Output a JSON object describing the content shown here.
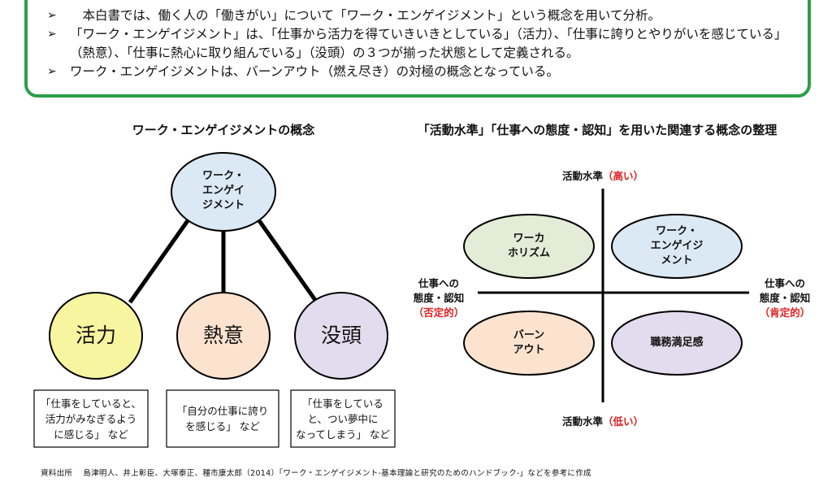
{
  "summary": {
    "bullet_marker": "➢",
    "bullets": [
      "　本白書では、働く人の「働きがい」について「ワーク・エンゲイジメント」という概念を用いて分析。",
      "「ワーク・エンゲイジメント」は、「仕事から活力を得ていきいきとしている」（活力）、「仕事に誇りとやりがいを感じている」（熱意）、「仕事に熱心に取り組んでいる」（没頭）の３つが揃った状態として定義される。",
      "ワーク・エンゲイジメントは、バーンアウト（燃え尽き）の対極の概念となっている。"
    ]
  },
  "left_diagram": {
    "title": "ワーク・エンゲイジメントの概念",
    "center_node": [
      "ワーク・",
      "エンゲイ",
      "ジメント"
    ],
    "components": [
      {
        "label": "活力",
        "description": [
          "「仕事をしていると、",
          "活力がみなぎるよう",
          "に感じる」 など"
        ],
        "color": "#f8f5a0"
      },
      {
        "label": "熱意",
        "description": [
          "「自分の仕事に誇り",
          "を感じる」 など"
        ],
        "color": "#fbe3cf"
      },
      {
        "label": "没頭",
        "description": [
          "「仕事をしている",
          "と、つい夢中に",
          "なってしまう」 など"
        ],
        "color": "#e3dcee"
      }
    ],
    "center_color": "#dbe9f4"
  },
  "right_diagram": {
    "title": "「活動水準」「仕事への態度・認知」を用いた関連する概念の整理",
    "axis_top": {
      "text": "活動水準",
      "qualifier": "（高い）"
    },
    "axis_bottom": {
      "text": "活動水準",
      "qualifier": "（低い）"
    },
    "axis_left": {
      "lines": [
        "仕事への",
        "態度・認知"
      ],
      "qualifier": "（否定的）"
    },
    "axis_right": {
      "lines": [
        "仕事への",
        "態度・認知"
      ],
      "qualifier": "（肯定的）"
    },
    "quadrants": [
      {
        "position": "top-left",
        "lines": [
          "ワーカ",
          "ホリズム"
        ],
        "color": "#e3ecd7"
      },
      {
        "position": "top-right",
        "lines": [
          "ワーク・",
          "エンゲイジ",
          "メント"
        ],
        "color": "#dbe9f4"
      },
      {
        "position": "bottom-left",
        "lines": [
          "バーン",
          "アウト"
        ],
        "color": "#fbe3cf"
      },
      {
        "position": "bottom-right",
        "lines": [
          "職務満足感"
        ],
        "color": "#e3dcee"
      }
    ],
    "accent_red": "#e02020"
  },
  "source_note": "資料出所　 島津明人、井上彰臣、大塚泰正、種市康太郎（2014）「ワーク・エンゲイジメント-基本理論と研究のためのハンドブック-」などを参考に作成",
  "frame_color": "#2f9e4a"
}
